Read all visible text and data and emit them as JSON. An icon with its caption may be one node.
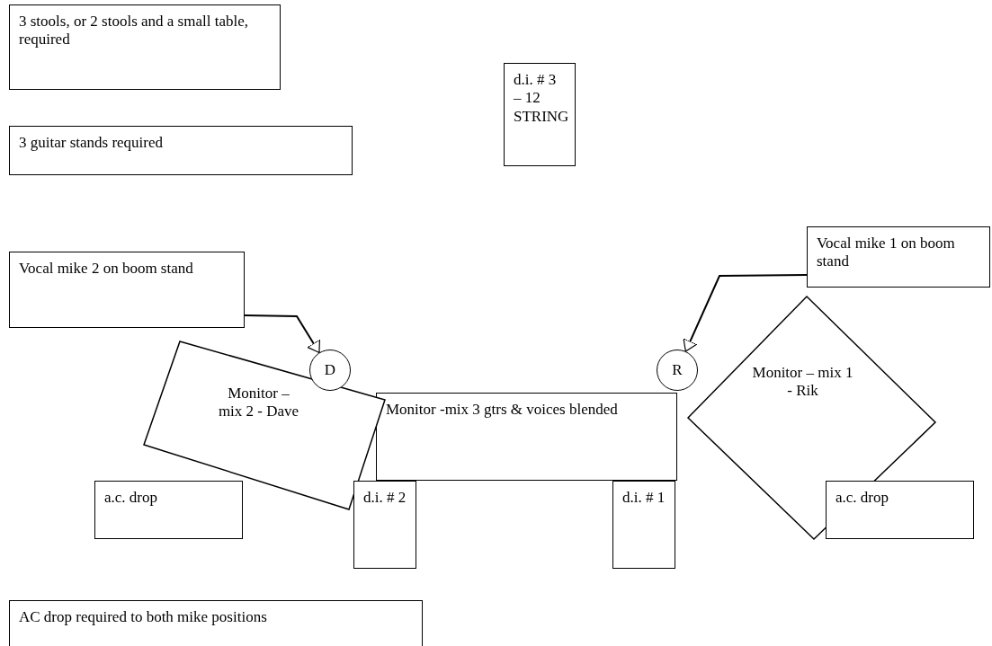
{
  "diagram": {
    "nodes": [
      {
        "text": [
          "3 stools, or 2 stools and a small table, required"
        ]
      },
      {
        "text": [
          "d.i. # 3 – 12 STRING"
        ]
      },
      {
        "text": [
          "3 guitar stands required"
        ]
      },
      {
        "text": [
          "Vocal mike 1 on boom stand"
        ]
      },
      {
        "text": [
          "Vocal mike 2 on boom stand"
        ]
      },
      {
        "text": [
          "D"
        ]
      },
      {
        "text": [
          "R"
        ]
      },
      {
        "text": [
          "Monitor – mix 2 - Dave"
        ]
      },
      {
        "text": [
          "Monitor -mix 3 gtrs & voices blended"
        ]
      },
      {
        "text": [
          "Monitor – mix 1 - Rik"
        ]
      },
      {
        "text": [
          "a.c. drop"
        ]
      },
      {
        "text": [
          "d.i. # 2"
        ]
      },
      {
        "text": [
          "d.i. # 1"
        ]
      },
      {
        "text": [
          "a.c. drop"
        ]
      },
      {
        "text": [
          "AC drop required to both mike positions"
        ]
      }
    ],
    "edges": [
      {
        "from": 4,
        "to": 5,
        "arrow": "to"
      },
      {
        "from": 3,
        "to": 6,
        "arrow": "to"
      }
    ]
  }
}
